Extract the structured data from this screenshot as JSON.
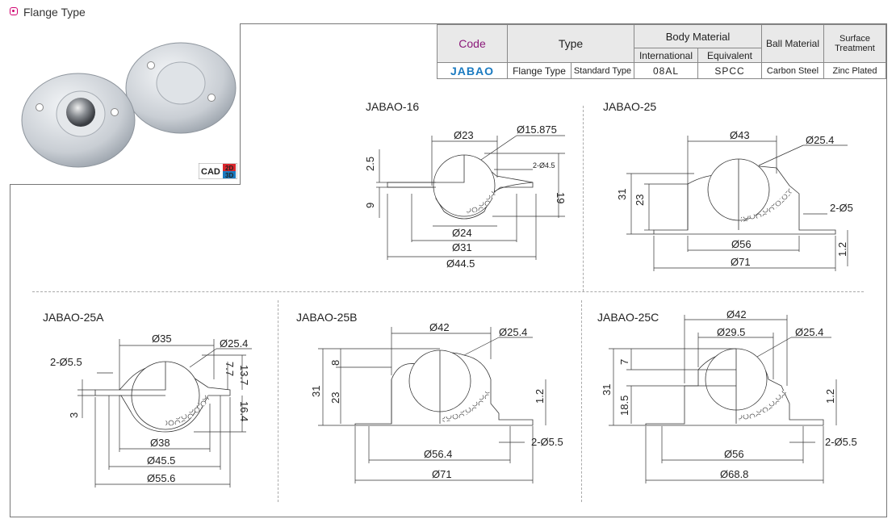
{
  "header": {
    "title": "Flange Type"
  },
  "table": {
    "code_header": "Code",
    "type_header": "Type",
    "body_material_header": "Body Material",
    "international_header": "International",
    "equivalent_header": "Equivalent",
    "ball_material_header": "Ball Material",
    "surface_treatment_header": "Surface Treatment",
    "row": {
      "code": "JABAO",
      "type1": "Flange Type",
      "type2": "Standard Type",
      "international": "08AL",
      "equivalent": "SPCC",
      "ball_material": "Carbon Steel",
      "surface_treatment": "Zinc Plated"
    }
  },
  "cad": {
    "label": "CAD",
    "d2": "2D",
    "d3": "3D"
  },
  "models": {
    "m16": {
      "title": "JABAO-16",
      "d23": "Ø23",
      "d15875": "Ø15.875",
      "d45": "2-Ø4.5",
      "h25": "2.5",
      "h9": "9",
      "h19": "19",
      "d24": "Ø24",
      "d31": "Ø31",
      "d445": "Ø44.5"
    },
    "m25": {
      "title": "JABAO-25",
      "d43": "Ø43",
      "d254": "Ø25.4",
      "h31": "31",
      "h23": "23",
      "d5": "2-Ø5",
      "d56": "Ø56",
      "h12": "1.2",
      "d71": "Ø71"
    },
    "m25a": {
      "title": "JABAO-25A",
      "d35": "Ø35",
      "d254": "Ø25.4",
      "d55": "2-Ø5.5",
      "h77": "7.7",
      "h137": "13.7",
      "h3": "3",
      "h164": "16.4",
      "d38": "Ø38",
      "d455": "Ø45.5",
      "d556": "Ø55.6"
    },
    "m25b": {
      "title": "JABAO-25B",
      "d42": "Ø42",
      "d254": "Ø25.4",
      "h8": "8",
      "h31": "31",
      "h23": "23",
      "h12": "1.2",
      "d55": "2-Ø5.5",
      "d564": "Ø56.4",
      "d71": "Ø71"
    },
    "m25c": {
      "title": "JABAO-25C",
      "d42": "Ø42",
      "d295": "Ø29.5",
      "d254": "Ø25.4",
      "h7": "7",
      "h31": "31",
      "h185": "18.5",
      "h12": "1.2",
      "d55": "2-Ø5.5",
      "d56": "Ø56",
      "d688": "Ø68.8"
    }
  },
  "colors": {
    "accent_magenta": "#d0006f",
    "code_blue": "#1a7ac0",
    "title_blue": "#1a86c4",
    "title_purple": "#6b4a9a"
  }
}
